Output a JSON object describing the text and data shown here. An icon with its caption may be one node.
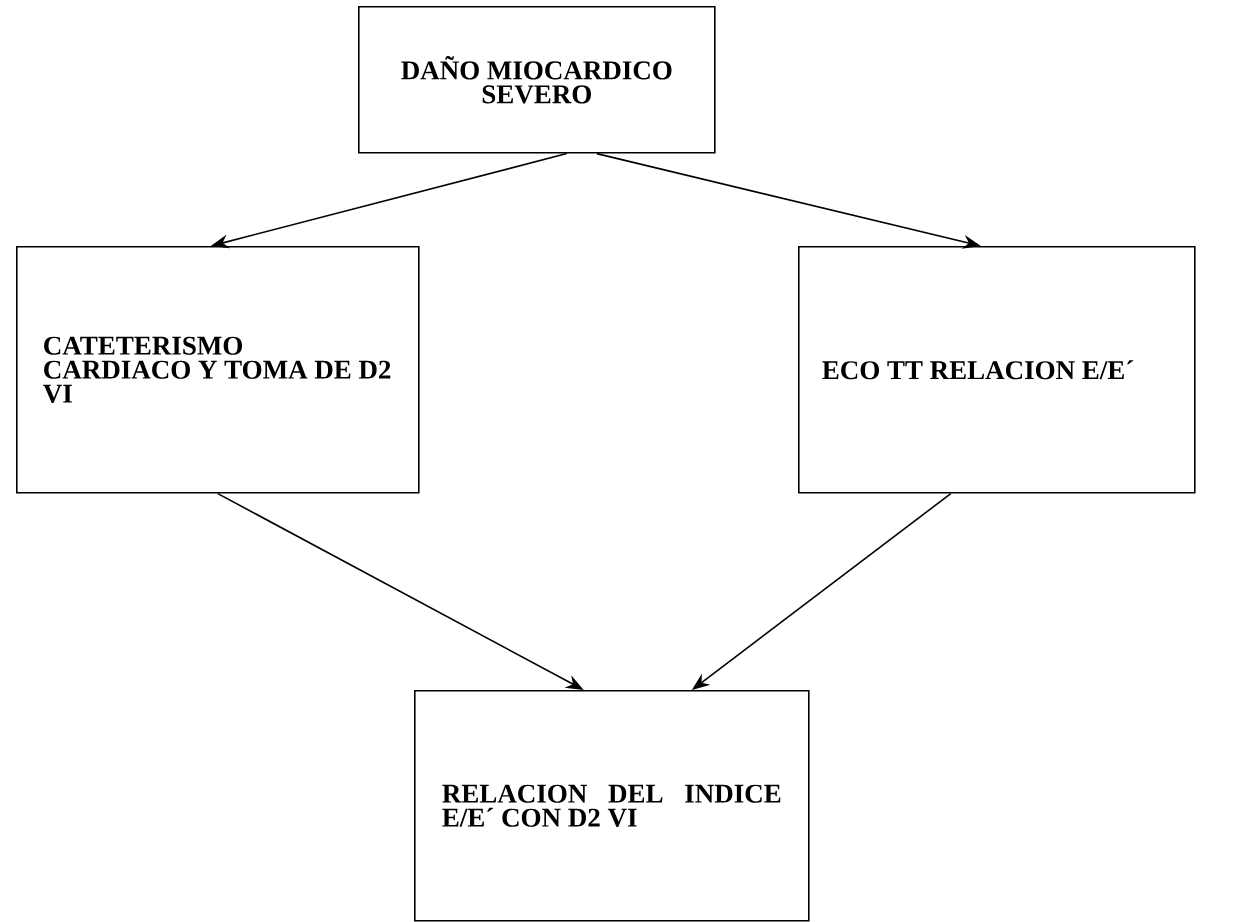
{
  "diagram": {
    "nodes": [
      {
        "text": [
          "DAÑO MIOCARDICO SEVERO"
        ]
      },
      {
        "text": [
          "CATETERISMO CARDIACO Y TOMA DE D2 VI"
        ]
      },
      {
        "text": [
          "ECO TT RELACION E/E´"
        ]
      },
      {
        "text": [
          "RELACION DEL INDICE E/E´ CON D2 VI"
        ]
      }
    ],
    "edges": [
      {
        "from": 0,
        "to": 1,
        "arrow": "to"
      },
      {
        "from": 0,
        "to": 2,
        "arrow": "to"
      },
      {
        "from": 1,
        "to": 3,
        "arrow": "to"
      },
      {
        "from": 2,
        "to": 3,
        "arrow": "to"
      }
    ]
  }
}
